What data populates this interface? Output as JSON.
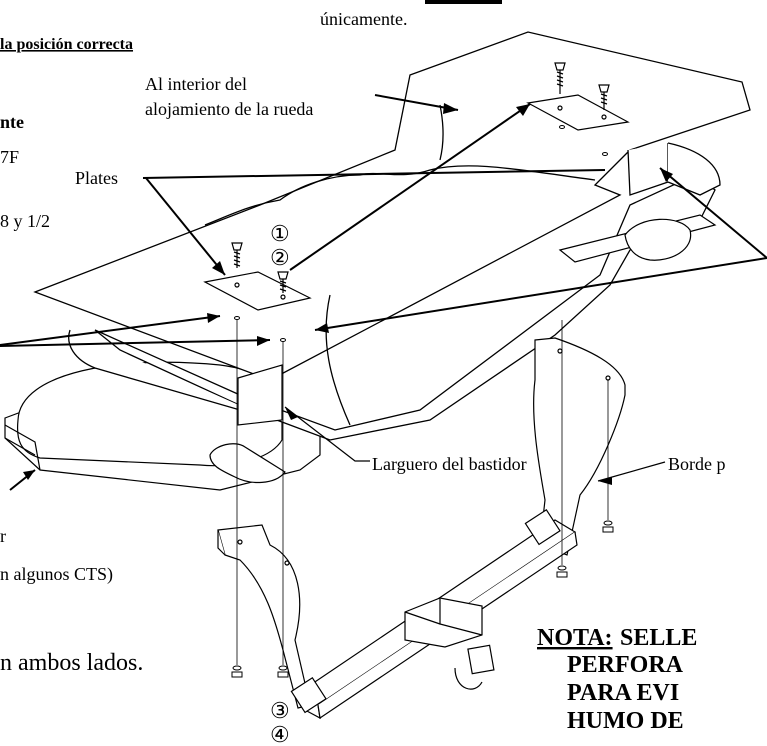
{
  "labels": {
    "unicamente": "únicamente.",
    "posicion_correcta": "la posición correcta",
    "nte": "nte",
    "f_code": "7F",
    "ocho_y_medio": "8 y 1/2",
    "interior_line1": "Al interior del",
    "interior_line2": "alojamiento de la rueda",
    "plates": "Plates",
    "larguero": "Larguero del bastidor",
    "borde": "Borde p",
    "r_fragment": "r",
    "algunos_cts": "n algunos CTS)",
    "ambos_lados": "n ambos lados."
  },
  "markers": [
    "①",
    "②",
    "③",
    "④"
  ],
  "note": {
    "prefix": "NOTA:",
    "line1": "SELLE",
    "line2": "PERFORA",
    "line3": "PARA EVI",
    "line4": "HUMO DE"
  }
}
